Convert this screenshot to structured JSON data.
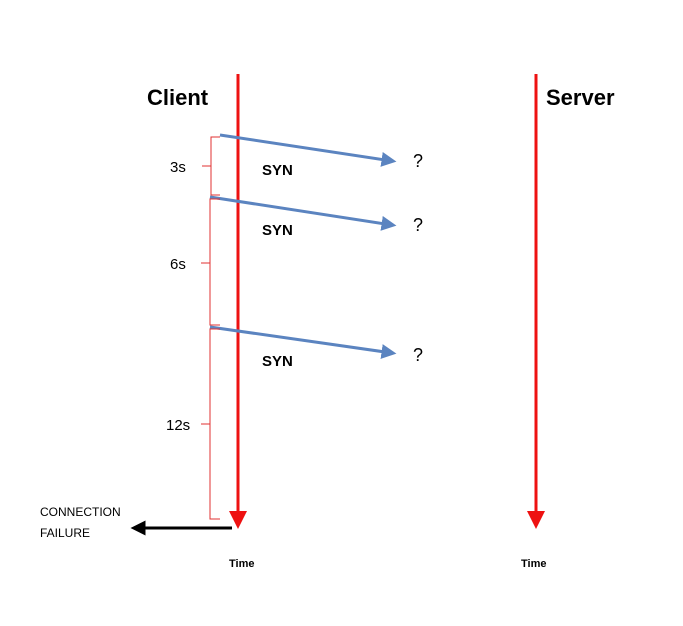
{
  "participants": {
    "client": "Client",
    "server": "Server"
  },
  "messages": [
    {
      "label": "SYN",
      "response": "?"
    },
    {
      "label": "SYN",
      "response": "?"
    },
    {
      "label": "SYN",
      "response": "?"
    }
  ],
  "intervals": [
    {
      "label": "3s"
    },
    {
      "label": "6s"
    },
    {
      "label": "12s"
    }
  ],
  "time_axis": {
    "client_label": "Time",
    "server_label": "Time"
  },
  "failure": {
    "line1": "CONNECTION",
    "line2": "FAILURE"
  },
  "colors": {
    "timeline": "#ee1111",
    "message_arrow": "#5b84c0",
    "brace": "#e03030",
    "failure_arrow": "#000000"
  }
}
